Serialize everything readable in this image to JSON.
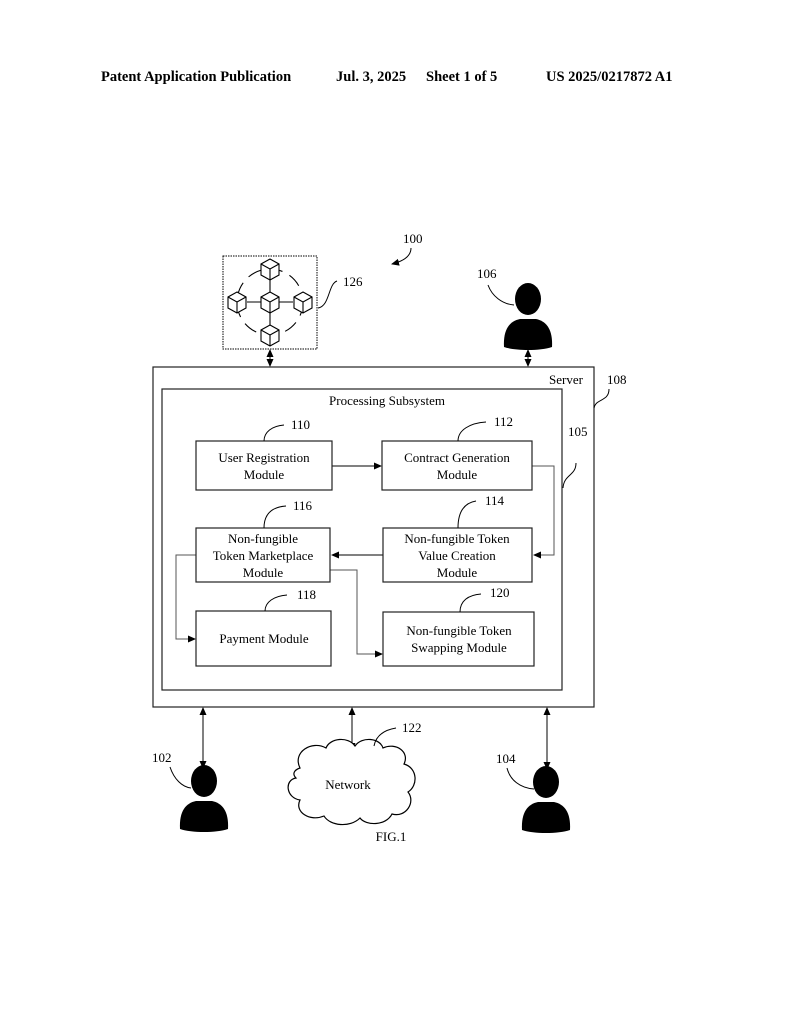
{
  "header": {
    "publication": "Patent Application Publication",
    "date": "Jul. 3, 2025",
    "sheet": "Sheet 1 of 5",
    "number": "US 2025/0217872 A1"
  },
  "figure": {
    "caption": "FIG.1",
    "system_ref": "100",
    "server": {
      "label": "Server",
      "ref": "108"
    },
    "processing_subsystem": {
      "label": "Processing Subsystem",
      "ref": "105"
    },
    "blockchain": {
      "ref": "126",
      "icon": "blockchain-network-icon"
    },
    "network": {
      "label": "Network",
      "ref": "122",
      "icon": "cloud-icon"
    },
    "users": [
      {
        "ref": "106",
        "icon": "user-icon"
      },
      {
        "ref": "102",
        "icon": "user-icon"
      },
      {
        "ref": "104",
        "icon": "user-icon"
      }
    ],
    "modules": {
      "user_registration": {
        "lines": [
          "User Registration",
          "Module"
        ],
        "ref": "110"
      },
      "contract_generation": {
        "lines": [
          "Contract Generation",
          "Module"
        ],
        "ref": "112"
      },
      "nft_value_creation": {
        "lines": [
          "Non-fungible Token",
          "Value Creation",
          "Module"
        ],
        "ref": "114"
      },
      "nft_marketplace": {
        "lines": [
          "Non-fungible",
          "Token Marketplace",
          "Module"
        ],
        "ref": "116"
      },
      "payment": {
        "lines": [
          "Payment Module"
        ],
        "ref": "118"
      },
      "nft_swapping": {
        "lines": [
          "Non-fungible Token",
          "Swapping Module"
        ],
        "ref": "120"
      }
    }
  }
}
